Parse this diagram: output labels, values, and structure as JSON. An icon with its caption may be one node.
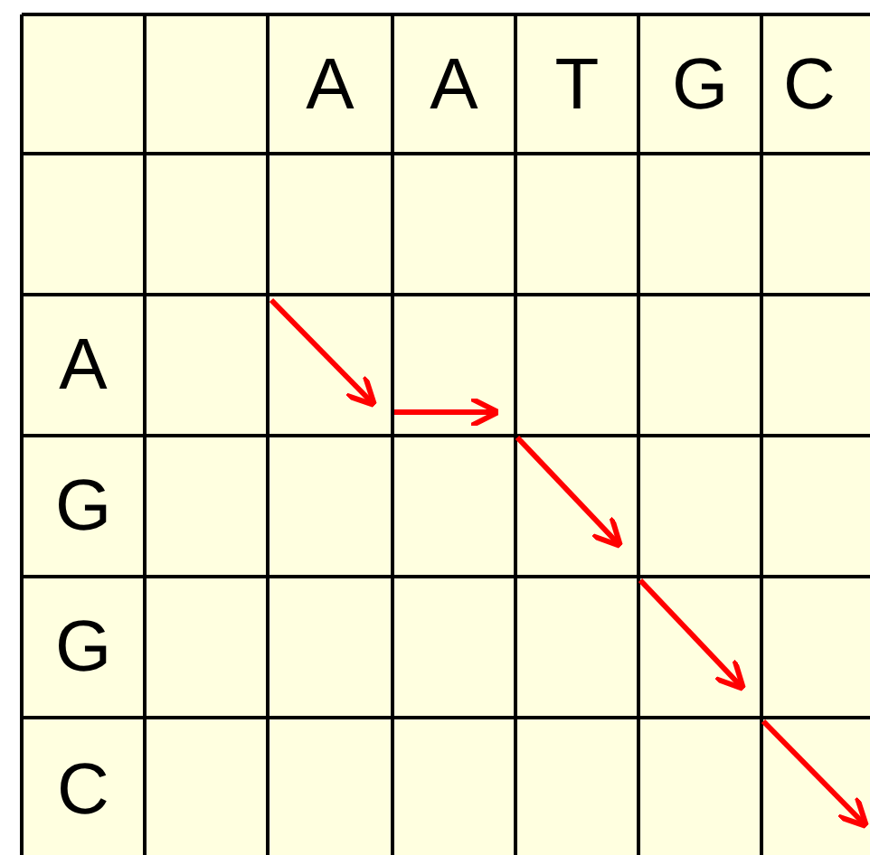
{
  "diagram": {
    "labels": [
      "A",
      "A",
      "T",
      "G",
      "C",
      "A",
      "G",
      "G",
      "C"
    ]
  }
}
